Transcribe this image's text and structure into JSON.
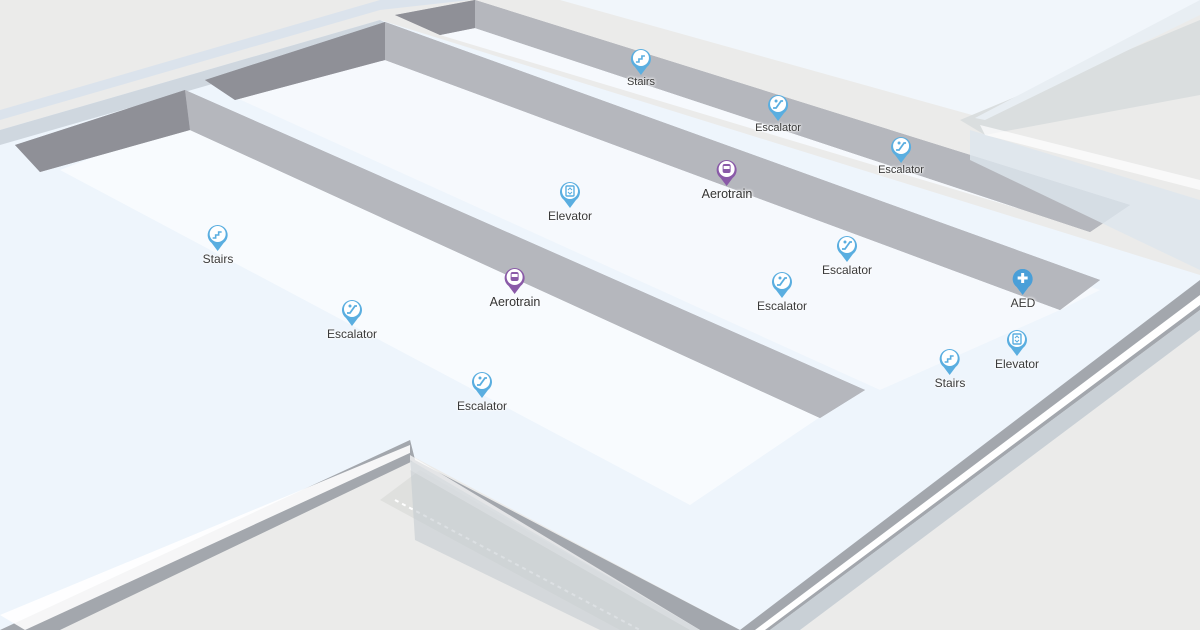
{
  "colors": {
    "ground": "#ebebea",
    "floor": "#eef5fc",
    "floor_light": "#f6fafd",
    "void": "#b8b9bf",
    "void_dark": "#9c9da3",
    "wall": "#a3a7ad",
    "wall_light": "#c9d0d6",
    "utility_pin": "#5aaee0",
    "transit_pin": "#8a5aa8"
  },
  "pois": [
    {
      "name": "Stairs",
      "icon": "stairs-icon",
      "kind": "utility",
      "label": "Stairs"
    },
    {
      "name": "Escalator",
      "icon": "escalator-icon",
      "kind": "utility",
      "label": "Escalator"
    },
    {
      "name": "Escalator",
      "icon": "escalator-icon",
      "kind": "utility",
      "label": "Escalator"
    },
    {
      "name": "Aerotrain",
      "icon": "train-icon",
      "kind": "transit",
      "label": "Aerotrain"
    },
    {
      "name": "Elevator",
      "icon": "elevator-icon",
      "kind": "utility",
      "label": "Elevator"
    },
    {
      "name": "Stairs",
      "icon": "stairs-icon",
      "kind": "utility",
      "label": "Stairs"
    },
    {
      "name": "Escalator",
      "icon": "escalator-icon",
      "kind": "utility",
      "label": "Escalator"
    },
    {
      "name": "Aerotrain",
      "icon": "train-icon",
      "kind": "transit",
      "label": "Aerotrain"
    },
    {
      "name": "Escalator",
      "icon": "escalator-icon",
      "kind": "utility",
      "label": "Escalator"
    },
    {
      "name": "Escalator",
      "icon": "escalator-icon",
      "kind": "utility",
      "label": "Escalator"
    },
    {
      "name": "Escalator",
      "icon": "escalator-icon",
      "kind": "utility",
      "label": "Escalator"
    },
    {
      "name": "AED",
      "icon": "aed-icon",
      "kind": "aed",
      "label": "AED"
    },
    {
      "name": "Stairs",
      "icon": "stairs-icon",
      "kind": "utility",
      "label": "Stairs"
    },
    {
      "name": "Elevator",
      "icon": "elevator-icon",
      "kind": "utility",
      "label": "Elevator"
    }
  ]
}
